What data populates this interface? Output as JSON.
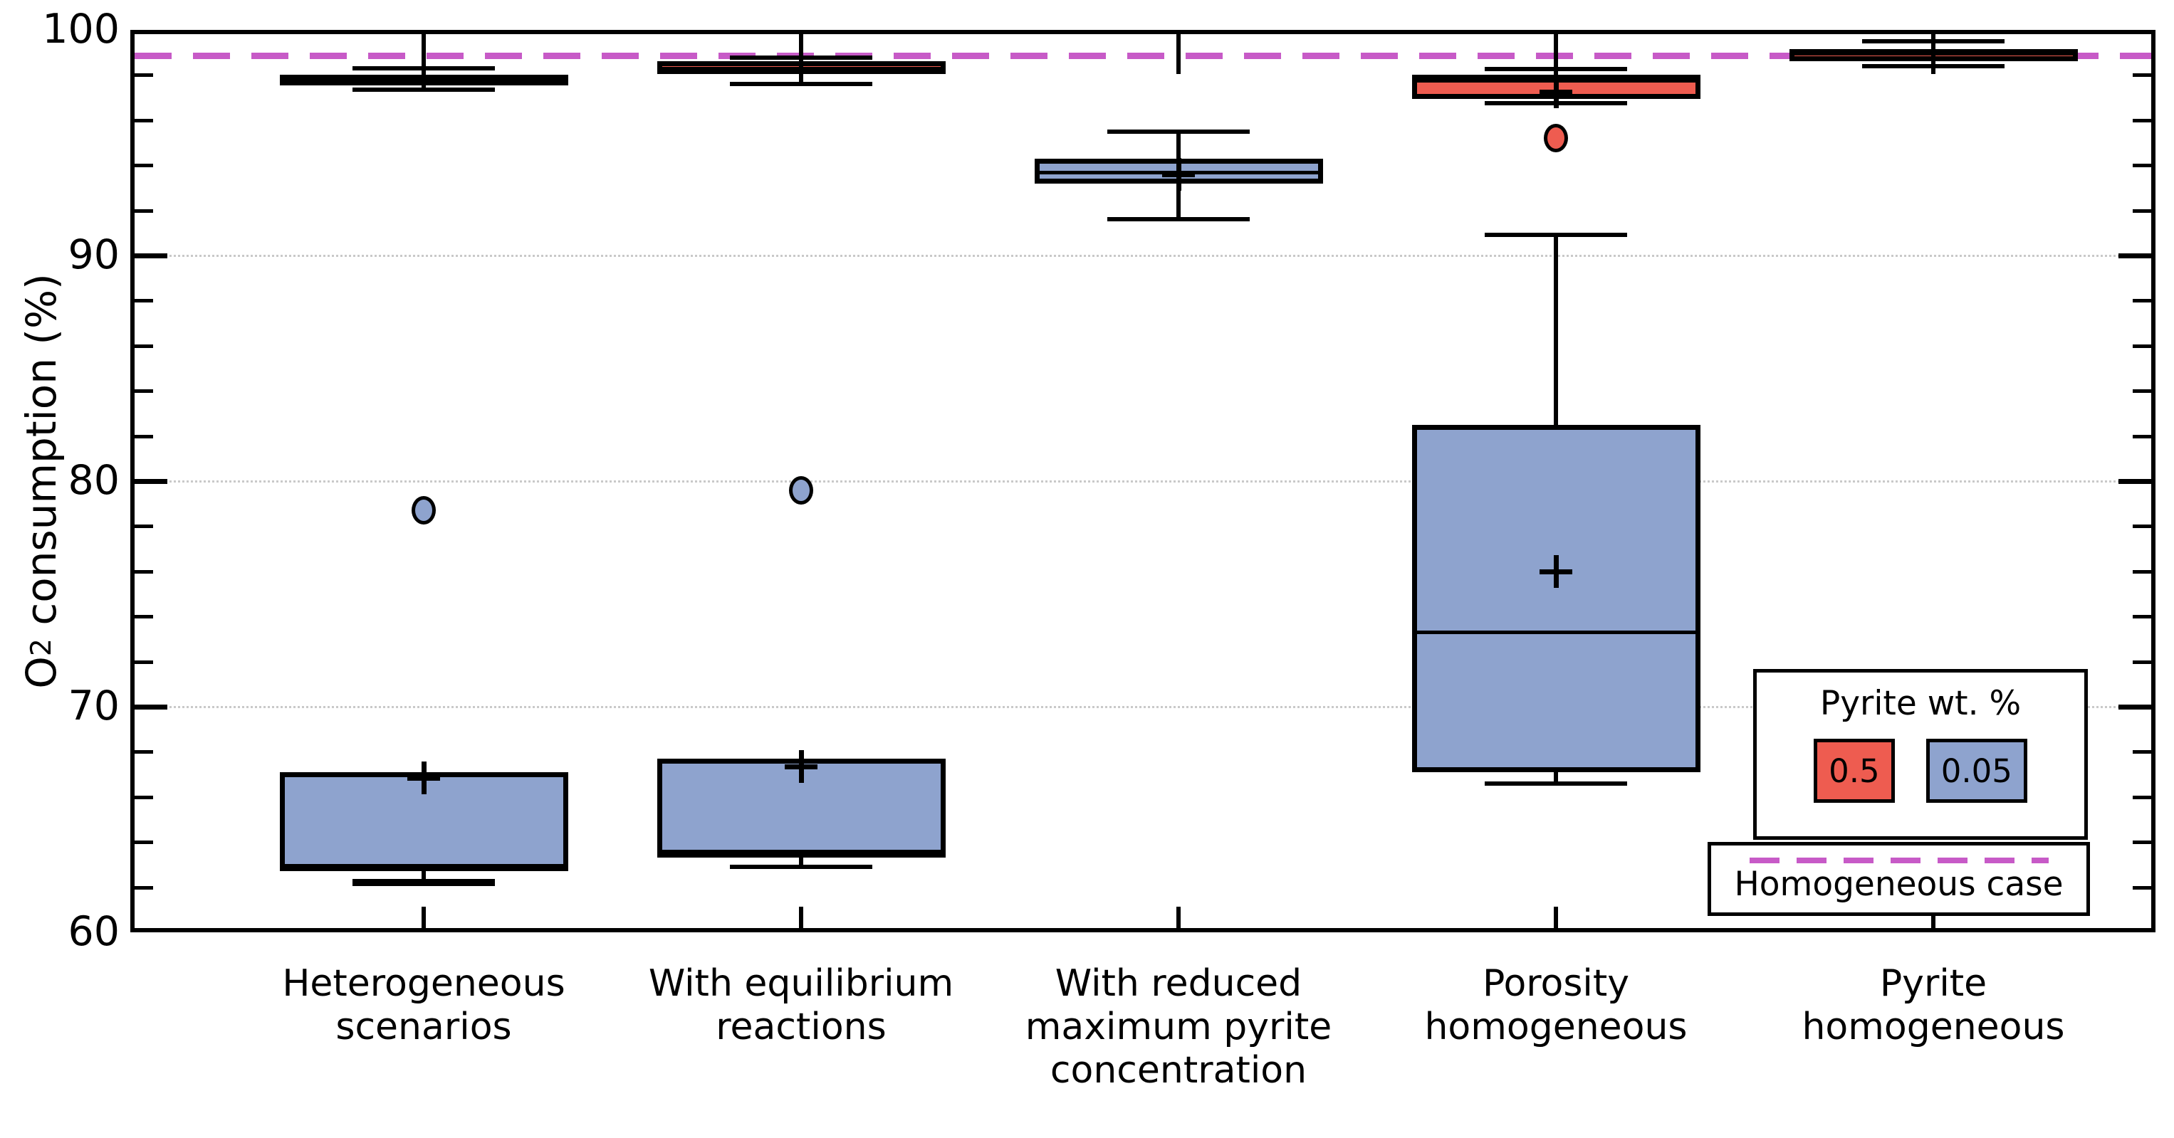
{
  "chart_data": {
    "type": "box",
    "title": "",
    "ylabel": "O2 consumption (%)",
    "ylabel_parts": {
      "prefix": "O",
      "sub": "2",
      "rest": " consumption (%)"
    },
    "ylim": [
      60,
      100
    ],
    "yticks": [
      100,
      90,
      80,
      70,
      60
    ],
    "minor_tick_step": 2,
    "gridlines": [
      90,
      80,
      70
    ],
    "grid_style": "dotted",
    "legend_position": "lower-right",
    "categories": [
      {
        "label": "Heterogeneous scenarios",
        "lines": [
          "Heterogeneous",
          "scenarios"
        ]
      },
      {
        "label": "With equilibrium reactions",
        "lines": [
          "With equilibrium",
          "reactions"
        ]
      },
      {
        "label": "With reduced maximum pyrite concentration",
        "lines": [
          "With reduced",
          "maximum pyrite",
          "concentration"
        ]
      },
      {
        "label": "Porosity homogeneous",
        "lines": [
          "Porosity",
          "homogeneous"
        ]
      },
      {
        "label": "Pyrite homogeneous",
        "lines": [
          "Pyrite",
          "homogeneous"
        ]
      }
    ],
    "reference_line": {
      "label": "Homogeneous case",
      "value": 98.88,
      "color": "#c75ac7",
      "style": "dashed"
    },
    "legend": {
      "title": "Pyrite wt. %",
      "entries": [
        {
          "label": "0.5",
          "color": "#ee5c50"
        },
        {
          "label": "0.05",
          "color": "#8ea3ce"
        }
      ]
    },
    "series": [
      {
        "name": "0.5",
        "color": "#ee5c50",
        "boxes": [
          {
            "category": 0,
            "whisker_low": 97.35,
            "q1": 97.55,
            "median": 97.8,
            "q3": 98.0,
            "whisker_high": 98.3,
            "mean": null,
            "outliers": []
          },
          {
            "category": 1,
            "whisker_low": 97.6,
            "q1": 98.05,
            "median": 98.3,
            "q3": 98.6,
            "whisker_high": 98.78,
            "mean": null,
            "outliers": []
          },
          {
            "category": 3,
            "whisker_low": 96.75,
            "q1": 96.95,
            "median": 97.75,
            "q3": 98.0,
            "whisker_high": 98.25,
            "mean": 97.25,
            "outliers": [
              95.2
            ]
          },
          {
            "category": 4,
            "whisker_low": 98.4,
            "q1": 98.6,
            "median": 98.95,
            "q3": 99.15,
            "whisker_high": 99.5,
            "mean": null,
            "outliers": []
          }
        ]
      },
      {
        "name": "0.05",
        "color": "#8ea3ce",
        "boxes": [
          {
            "category": 0,
            "whisker_low": 62.2,
            "q1": 62.7,
            "median": 62.95,
            "q3": 67.1,
            "whisker_high": 67.1,
            "mean": 66.85,
            "outliers": [
              78.7
            ],
            "low_cap_thick": true
          },
          {
            "category": 1,
            "whisker_low": 62.9,
            "q1": 63.3,
            "median": 63.6,
            "q3": 67.7,
            "whisker_high": 67.7,
            "mean": 67.35,
            "outliers": [
              79.6
            ]
          },
          {
            "category": 2,
            "whisker_low": 91.6,
            "q1": 93.2,
            "median": 93.7,
            "q3": 94.3,
            "whisker_high": 95.5,
            "mean": 93.6,
            "outliers": []
          },
          {
            "category": 3,
            "whisker_low": 66.6,
            "q1": 67.1,
            "median": 73.3,
            "q3": 82.5,
            "whisker_high": 90.9,
            "mean": 76.0,
            "outliers": []
          }
        ]
      }
    ]
  }
}
